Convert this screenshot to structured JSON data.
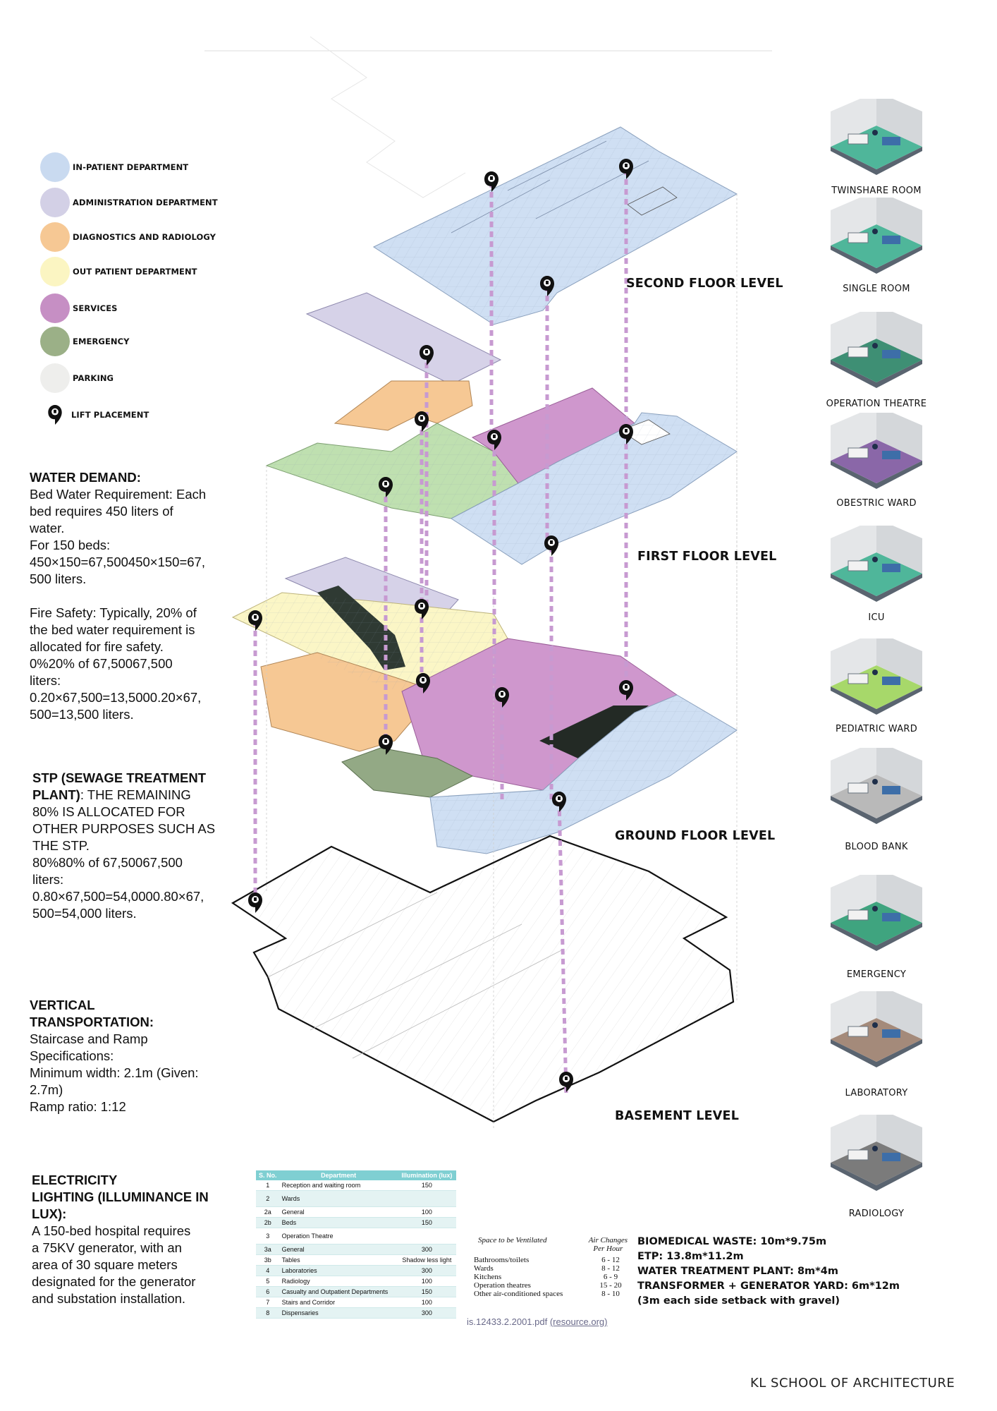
{
  "legend": {
    "items": [
      {
        "label": "IN-PATIENT DEPARTMENT",
        "color": "#c9daf0"
      },
      {
        "label": "ADMINISTRATION DEPARTMENT",
        "color": "#d3d0e6"
      },
      {
        "label": "DIAGNOSTICS AND RADIOLOGY",
        "color": "#f6c894"
      },
      {
        "label": "OUT PATIENT DEPARTMENT",
        "color": "#fbf5c2"
      },
      {
        "label": "SERVICES",
        "color": "#c68fc4"
      },
      {
        "label": "EMERGENCY",
        "color": "#9bb087"
      },
      {
        "label": "PARKING",
        "color": "#eeeeec"
      }
    ],
    "lift_label": "LIFT PLACEMENT"
  },
  "water": {
    "title": "WATER DEMAND:",
    "lines": [
      "Bed Water Requirement: Each",
      "bed requires 450 liters of",
      "water.",
      "For 150 beds:",
      "450×150=67,500450×150=67,",
      "500 liters."
    ],
    "fire_lines": [
      "Fire Safety: Typically, 20% of",
      "the bed water requirement is",
      "allocated for fire safety.",
      "0%20% of 67,50067,500",
      "liters:",
      "0.20×67,500=13,5000.20×67,",
      "500=13,500 liters."
    ]
  },
  "stp": {
    "title_line1": "STP (SEWAGE TREATMENT",
    "title_line2": "PLANT)",
    "line2_rest": ": THE REMAINING",
    "lines": [
      "80% IS ALLOCATED FOR",
      "OTHER PURPOSES SUCH AS",
      "THE STP.",
      "80%80% of 67,50067,500",
      "liters:",
      "0.80×67,500=54,0000.80×67,",
      "500=54,000 liters."
    ]
  },
  "vertical": {
    "title_line1": "VERTICAL",
    "title_line2": "TRANSPORTATION:",
    "lines": [
      "Staircase and Ramp",
      "Specifications:",
      "Minimum width: 2.1m (Given:",
      "2.7m)",
      "Ramp ratio: 1:12"
    ]
  },
  "electricity": {
    "title_line1": "ELECTRICITY",
    "title_line2": "LIGHTING (ILLUMINANCE IN",
    "title_line3": "LUX):",
    "lines": [
      "A 150-bed hospital requires",
      "a 75KV generator, with an",
      "area of 30 square meters",
      "designated for the generator",
      "and substation installation."
    ]
  },
  "levels": {
    "second": "SECOND FLOOR LEVEL",
    "first": "FIRST FLOOR LEVEL",
    "ground": "GROUND FLOOR LEVEL",
    "basement": "BASEMENT  LEVEL"
  },
  "rooms": [
    {
      "label": "TWINSHARE ROOM",
      "floor": "#4fb69a"
    },
    {
      "label": "SINGLE ROOM",
      "floor": "#4fb69a"
    },
    {
      "label": "OPERATION THEATRE",
      "floor": "#3e8f74"
    },
    {
      "label": "OBESTRIC WARD",
      "floor": "#8a67a8"
    },
    {
      "label": "ICU",
      "floor": "#4fb69a"
    },
    {
      "label": "PEDIATRIC WARD",
      "floor": "#a7d86a"
    },
    {
      "label": "BLOOD BANK",
      "floor": "#b9b9b9"
    },
    {
      "label": "EMERGENCY",
      "floor": "#3fa47f"
    },
    {
      "label": "LABORATORY",
      "floor": "#a48a7a"
    },
    {
      "label": "RADIOLOGY",
      "floor": "#7b7b7b"
    }
  ],
  "lux_table": {
    "headers": [
      "S. No.",
      "Department",
      "Illumination (lux)"
    ],
    "rows": [
      [
        "1",
        "Reception and waiting room",
        "150"
      ],
      [
        "2",
        "Wards",
        ""
      ],
      [
        "2a",
        "General",
        "100"
      ],
      [
        "2b",
        "Beds",
        "150"
      ],
      [
        "3",
        "Operation Theatre",
        ""
      ],
      [
        "3a",
        "General",
        "300"
      ],
      [
        "3b",
        "Tables",
        "Shadow less light"
      ],
      [
        "4",
        "Laboratories",
        "300"
      ],
      [
        "5",
        "Radiology",
        "100"
      ],
      [
        "6",
        "Casualty and Outpatient Departments",
        "150"
      ],
      [
        "7",
        "Stairs and Corridor",
        "100"
      ],
      [
        "8",
        "Dispensaries",
        "300"
      ]
    ]
  },
  "ventilation": {
    "head_left": "Space to be Ventilated",
    "head_right1": "Air Changes",
    "head_right2": "Per Hour",
    "rows": [
      [
        "Bathrooms/toilets",
        "6 - 12"
      ],
      [
        "Wards",
        "8 - 12"
      ],
      [
        "Kitchens",
        "6 - 9"
      ],
      [
        "Operation theatres",
        "15 - 20"
      ],
      [
        "Other air-conditioned spaces",
        "8 - 10"
      ]
    ]
  },
  "specs": [
    "BIOMEDICAL WASTE: 10m*9.75m",
    "ETP: 13.8m*11.2m",
    "WATER TREATMENT PLANT: 8m*4m",
    "TRANSFORMER + GENERATOR YARD: 6m*12m",
    "(3m each side setback with gravel)"
  ],
  "reference": {
    "file": "is.12433.2.2001.pdf",
    "link": "(resource.org)"
  },
  "footer": "KL SCHOOL OF ARCHITECTURE"
}
